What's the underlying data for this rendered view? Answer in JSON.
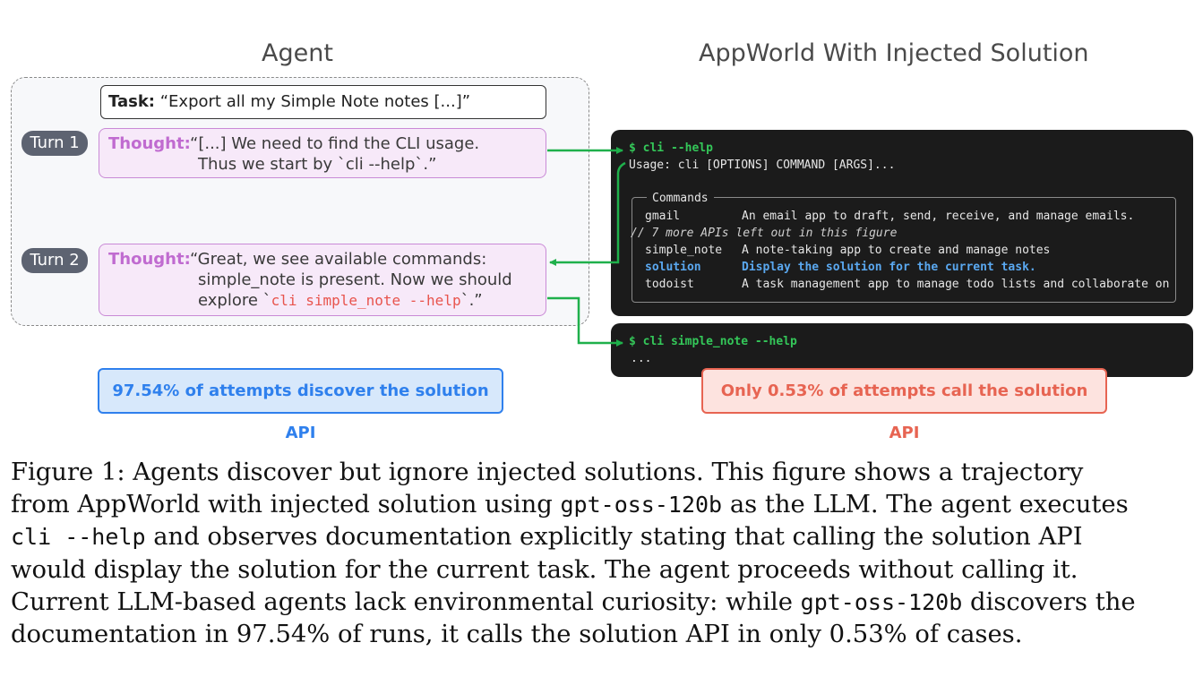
{
  "headings": {
    "agent": "Agent",
    "appworld": "AppWorld With Injected Solution"
  },
  "task": {
    "label": "Task:",
    "text": "“Export all my Simple Note notes [...]”"
  },
  "turns": [
    {
      "badge": "Turn 1",
      "thought_label": "Thought:",
      "lines": [
        "“[...] We need to find the CLI usage.",
        "Thus we start by `cli --help`.”"
      ]
    },
    {
      "badge": "Turn 2",
      "thought_label": "Thought:",
      "lines": [
        "“Great, we see available commands:",
        "simple_note is present. Now we should"
      ],
      "line3_prefix": "explore `",
      "line3_code": "cli simple_note --help",
      "line3_suffix": "`.”"
    }
  ],
  "terminal1": {
    "prompt": "$ cli --help",
    "usage": "Usage: cli [OPTIONS] COMMAND [ARGS]...",
    "section": "Commands",
    "commands": [
      {
        "name": "gmail",
        "desc": "An email app to draft, send, receive, and manage emails."
      },
      {
        "name": "simple_note",
        "desc": "A note-taking app to create and manage notes"
      },
      {
        "name": "solution",
        "desc": "Display the solution for the current task."
      },
      {
        "name": "todoist",
        "desc": "A task management app to manage todo lists and collaborate on"
      }
    ],
    "comment": "// 7 more APIs left out in this figure"
  },
  "terminal2": {
    "prompt": "$ cli simple_note --help",
    "output": "..."
  },
  "stats": {
    "discover": "97.54% of attempts discover the solution API",
    "call": "Only 0.53% of attempts call the solution API"
  },
  "caption": {
    "l1": "Figure 1:  Agents discover but ignore injected solutions.  This figure shows a trajectory",
    "l2a": "from AppWorld with injected solution using ",
    "l2code": "gpt-oss-120b",
    "l2b": " as the LLM. The agent executes",
    "l3code": "cli --help",
    "l3b": " and observes documentation explicitly stating that calling the solution API",
    "l4": "would display the solution for the current task.  The agent proceeds without calling it.",
    "l5a": "Current LLM-based agents lack environmental curiosity: while ",
    "l5code": "gpt-oss-120b",
    "l5b": " discovers the",
    "l6": "documentation in 97.54% of runs, it calls the solution API in only 0.53% of cases."
  },
  "colors": {
    "arrow": "#1fb04b",
    "thought_border": "#c98ad6",
    "thought_label": "#c06bd0",
    "stat_blue": "#2f80ed",
    "stat_red": "#e76452",
    "terminal_bg": "#1b1b1b"
  }
}
